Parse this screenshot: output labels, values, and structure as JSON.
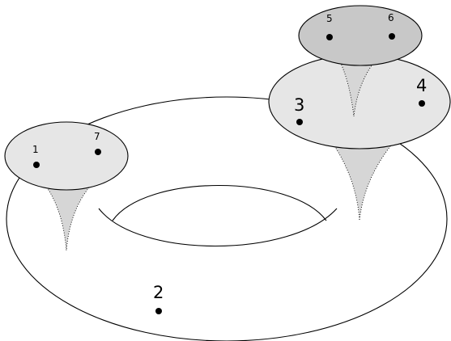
{
  "colors": {
    "disk_light": "#e6e6e6",
    "disk_dark": "#c8c8c8",
    "funnel": "#d6d6d6",
    "stroke": "#000000"
  },
  "labels": {
    "p1": "1",
    "p2": "2",
    "p3": "3",
    "p4": "4",
    "p5": "5",
    "p6": "6",
    "p7": "7"
  }
}
